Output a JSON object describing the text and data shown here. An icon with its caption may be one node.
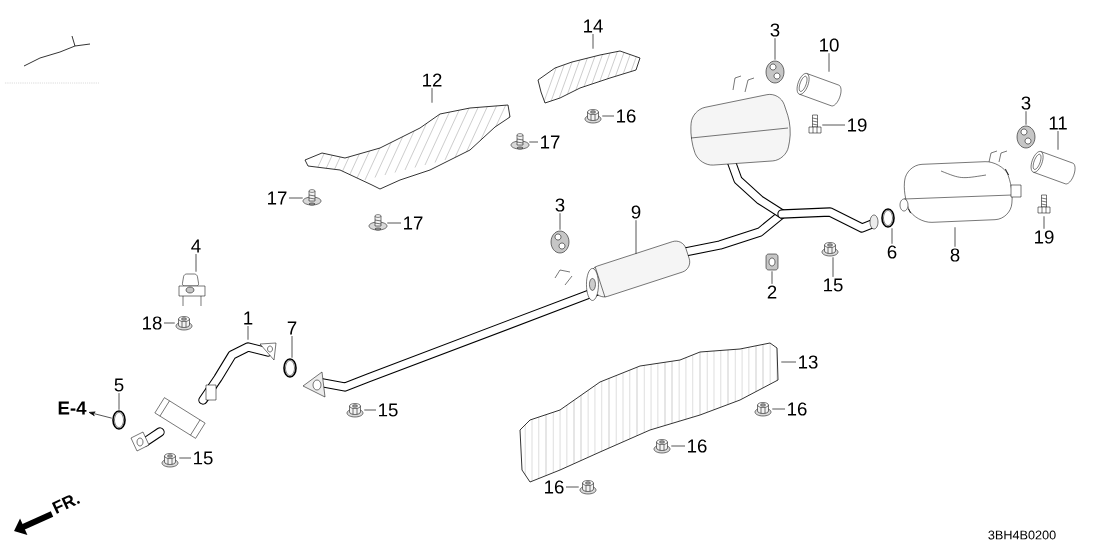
{
  "diagram": {
    "nodes": [
      {
        "text": [
          "14"
        ]
      },
      {
        "text": [],
        "shape": "picture"
      },
      {
        "text": [
          "3"
        ]
      },
      {
        "text": [],
        "shape": "picture"
      },
      {
        "text": [
          "10"
        ]
      },
      {
        "text": [],
        "shape": "picture"
      },
      {
        "text": [
          "12"
        ]
      },
      {
        "text": [],
        "shape": "picture"
      },
      {
        "text": [
          "16"
        ]
      },
      {
        "text": [],
        "shape": "picture"
      },
      {
        "text": [
          "19"
        ]
      },
      {
        "text": [],
        "shape": "picture"
      },
      {
        "text": [
          "11"
        ]
      },
      {
        "text": [],
        "shape": "picture"
      },
      {
        "text": [
          "3"
        ]
      },
      {
        "text": [],
        "shape": "picture"
      },
      {
        "text": [
          "17"
        ]
      },
      {
        "text": [],
        "shape": "picture"
      },
      {
        "text": [
          "17"
        ]
      },
      {
        "text": [],
        "shape": "picture"
      },
      {
        "text": [
          "9"
        ]
      },
      {
        "text": [],
        "shape": "picture"
      },
      {
        "text": [
          "3"
        ]
      },
      {
        "text": [],
        "shape": "picture"
      },
      {
        "text": [
          "17"
        ]
      },
      {
        "text": [],
        "shape": "picture"
      },
      {
        "text": [
          "4"
        ]
      },
      {
        "text": [],
        "shape": "picture"
      },
      {
        "text": [
          "6"
        ]
      },
      {
        "text": [],
        "shape": "picture"
      },
      {
        "text": [
          "8"
        ]
      },
      {
        "text": [],
        "shape": "picture"
      },
      {
        "text": [
          "2"
        ]
      },
      {
        "text": [],
        "shape": "picture"
      },
      {
        "text": [
          "15"
        ]
      },
      {
        "text": [],
        "shape": "picture"
      },
      {
        "text": [
          "19"
        ]
      },
      {
        "text": [],
        "shape": "picture"
      },
      {
        "text": [
          "1"
        ]
      },
      {
        "text": [],
        "shape": "picture"
      },
      {
        "text": [
          "18"
        ]
      },
      {
        "text": [],
        "shape": "picture"
      },
      {
        "text": [
          "7"
        ]
      },
      {
        "text": [],
        "shape": "picture"
      },
      {
        "text": [
          "13"
        ]
      },
      {
        "text": [],
        "shape": "picture"
      },
      {
        "text": [
          "5"
        ]
      },
      {
        "text": [],
        "shape": "picture"
      },
      {
        "text": [
          "E-4"
        ]
      },
      {
        "text": [
          "15"
        ]
      },
      {
        "text": [],
        "shape": "picture"
      },
      {
        "text": [
          "16"
        ]
      },
      {
        "text": [],
        "shape": "picture"
      },
      {
        "text": [
          "16"
        ]
      },
      {
        "text": [],
        "shape": "picture"
      },
      {
        "text": [
          "15"
        ]
      },
      {
        "text": [],
        "shape": "picture"
      },
      {
        "text": [
          "16"
        ]
      },
      {
        "text": [],
        "shape": "picture"
      }
    ],
    "edges": [
      {
        "from": 0,
        "to": 1,
        "arrow": "none"
      },
      {
        "from": 2,
        "to": 3,
        "arrow": "none"
      },
      {
        "from": 4,
        "to": 5,
        "arrow": "none"
      },
      {
        "from": 6,
        "to": 7,
        "arrow": "none"
      },
      {
        "from": 8,
        "to": 9,
        "arrow": "none"
      },
      {
        "from": 10,
        "to": 11,
        "arrow": "none"
      },
      {
        "from": 12,
        "to": 13,
        "arrow": "none"
      },
      {
        "from": 14,
        "to": 15,
        "arrow": "none"
      },
      {
        "from": 16,
        "to": 17,
        "arrow": "none"
      },
      {
        "from": 18,
        "to": 19,
        "arrow": "none"
      },
      {
        "from": 20,
        "to": 21,
        "arrow": "none"
      },
      {
        "from": 22,
        "to": 23,
        "arrow": "none"
      },
      {
        "from": 24,
        "to": 25,
        "arrow": "none"
      },
      {
        "from": 26,
        "to": 27,
        "arrow": "none"
      },
      {
        "from": 28,
        "to": 29,
        "arrow": "none"
      },
      {
        "from": 30,
        "to": 31,
        "arrow": "none"
      },
      {
        "from": 32,
        "to": 33,
        "arrow": "none"
      },
      {
        "from": 34,
        "to": 35,
        "arrow": "none"
      },
      {
        "from": 36,
        "to": 37,
        "arrow": "none"
      },
      {
        "from": 38,
        "to": 39,
        "arrow": "none"
      },
      {
        "from": 40,
        "to": 41,
        "arrow": "none"
      },
      {
        "from": 42,
        "to": 43,
        "arrow": "none"
      },
      {
        "from": 44,
        "to": 45,
        "arrow": "none"
      },
      {
        "from": 46,
        "to": 47,
        "arrow": "none"
      },
      {
        "from": 47,
        "to": 48,
        "arrow": "to"
      },
      {
        "from": 49,
        "to": 50,
        "arrow": "none"
      },
      {
        "from": 51,
        "to": 52,
        "arrow": "none"
      },
      {
        "from": 53,
        "to": 54,
        "arrow": "none"
      },
      {
        "from": 55,
        "to": 56,
        "arrow": "none"
      },
      {
        "from": 57,
        "to": 58,
        "arrow": "none"
      }
    ],
    "labels": [
      "FR.",
      "3BH4B0200"
    ]
  }
}
